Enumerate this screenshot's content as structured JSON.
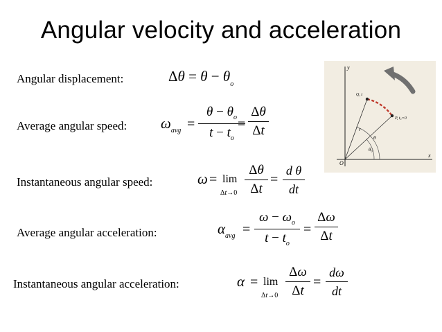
{
  "title": "Angular velocity and acceleration",
  "rows": [
    {
      "label": "Angular displacement:"
    },
    {
      "label": "Average angular speed:"
    },
    {
      "label": "Instantaneous angular speed:"
    },
    {
      "label": "Average angular acceleration:"
    },
    {
      "label": "Instantaneous angular acceleration:"
    }
  ],
  "figure_labels": {
    "y_axis": "y",
    "x_axis": "x",
    "origin": "O",
    "q_point": "Q, t",
    "p_point": "P, t₀=0",
    "radius": "r",
    "theta": "θ",
    "theta0": "θ₀"
  },
  "colors": {
    "path": "#c0392b",
    "arrow": "#707070",
    "figure_bg": "#f2ede2"
  }
}
